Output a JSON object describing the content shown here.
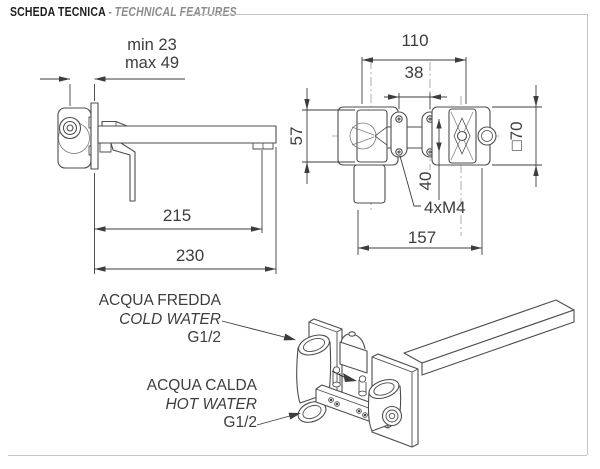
{
  "header": {
    "title_primary": "SCHEDA TECNICA",
    "separator": "-",
    "title_secondary": "TECHNICAL FEATURES"
  },
  "views": {
    "side": {
      "dims": {
        "embed_min": "min 23",
        "embed_max": "max 49",
        "spout_reach": "215",
        "overall_reach": "230"
      }
    },
    "front": {
      "dims": {
        "body_spacing": "110",
        "bracket_hole_spacing_h": "38",
        "body_height": "57",
        "plate_square": "□70",
        "bracket_hole_spacing_v": "40",
        "screws": "4xM4",
        "overall_width": "157"
      }
    },
    "isometric": {
      "annotations": {
        "cold": {
          "line1": "ACQUA FREDDA",
          "line2": "COLD WATER",
          "line3": "G1/2"
        },
        "hot": {
          "line1": "ACQUA CALDA",
          "line2": "HOT WATER",
          "line3": "G1/2"
        }
      }
    }
  },
  "colors": {
    "line": "#4d4d4d",
    "dimension_text": "#3d3d3d",
    "frame": "#c4c4c4",
    "title_primary": "#1e1e1e",
    "title_secondary": "#8c8c8c",
    "background": "#ffffff"
  }
}
